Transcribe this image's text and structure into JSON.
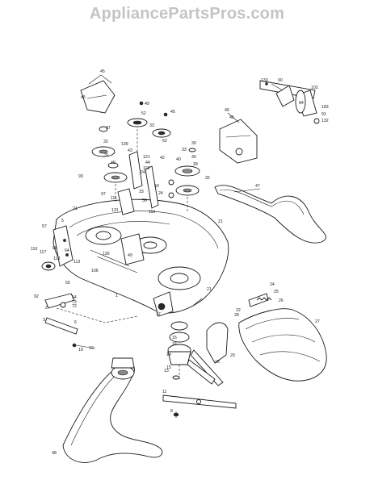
{
  "watermark": "AppliancePartsPros.com",
  "callouts": [
    "45",
    "45",
    "49",
    "52",
    "45",
    "32",
    "33",
    "37",
    "62",
    "139",
    "43",
    "30",
    "33",
    "31",
    "49",
    "121",
    "42",
    "30",
    "39",
    "93",
    "44",
    "24",
    "40",
    "118",
    "50",
    "24",
    "32",
    "97",
    "111",
    "56",
    "33",
    "131",
    "110",
    "21",
    "47",
    "5",
    "57",
    "21",
    "88",
    "126",
    "49",
    "116",
    "117",
    "118",
    "64",
    "113",
    "106",
    "55",
    "1",
    "21",
    "92",
    "54",
    "73",
    "72",
    "19",
    "2",
    "3",
    "6",
    "19",
    "17",
    "15",
    "16",
    "14",
    "15",
    "20",
    "18",
    "13",
    "11",
    "8",
    "24",
    "25",
    "22",
    "26",
    "28",
    "27",
    "48",
    "133",
    "90",
    "102",
    "84",
    "183",
    "91",
    "132",
    "46",
    "45"
  ]
}
